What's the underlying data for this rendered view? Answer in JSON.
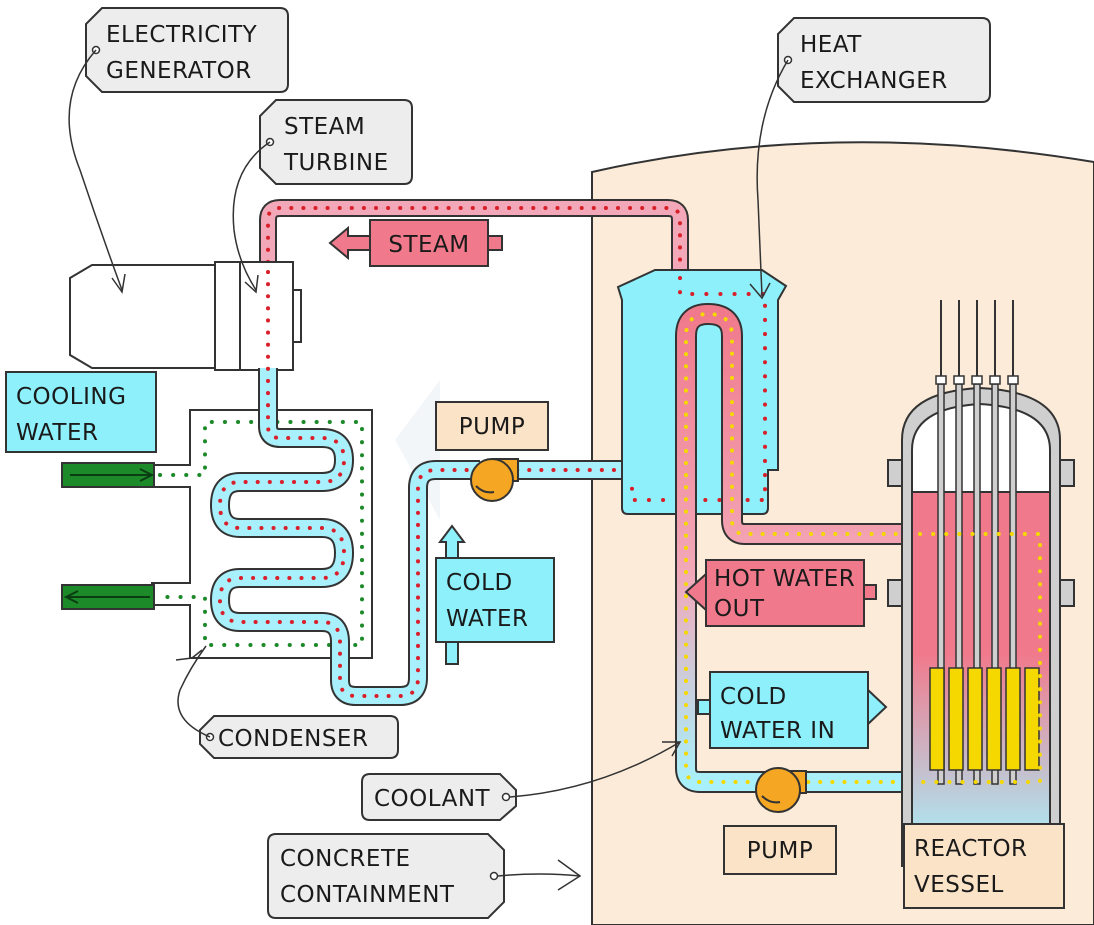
{
  "labels": {
    "electricity_generator": [
      "ELECTRICITY",
      "GENERATOR"
    ],
    "steam_turbine": [
      "STEAM",
      "TURBINE"
    ],
    "heat_exchanger": [
      "HEAT",
      "EXCHANGER"
    ],
    "steam": "STEAM",
    "cooling_water": [
      "COOLING",
      "WATER"
    ],
    "pump_top": "PUMP",
    "cold_water": [
      "COLD",
      "WATER"
    ],
    "hot_water_out": [
      "HOT WATER",
      "OUT"
    ],
    "cold_water_in": [
      "COLD",
      "WATER IN"
    ],
    "condenser": "CONDENSER",
    "coolant": "COOLANT",
    "concrete_containment": [
      "CONCRETE",
      "CONTAINMENT"
    ],
    "pump_bottom": "PUMP",
    "reactor_vessel": [
      "REACTOR",
      "VESSEL"
    ]
  },
  "colors": {
    "containment": "#fbebd8",
    "pipe": "#a8f0fb",
    "steam": "#f07a8c",
    "hot_pipe": "#f2a8b8",
    "cooling_water_box": "#8ef0fb",
    "pump": "#f5a623",
    "green_pipe": "#1d8a2a",
    "reactor_hot": "#f07a8c",
    "fuel_rod": "#f5d800",
    "grey_tag": "#ededed",
    "peach_tag": "#fbe3c8",
    "dot_red": "#d81f2a",
    "dot_green": "#1d8a2a",
    "dot_yellow": "#f5d800"
  }
}
